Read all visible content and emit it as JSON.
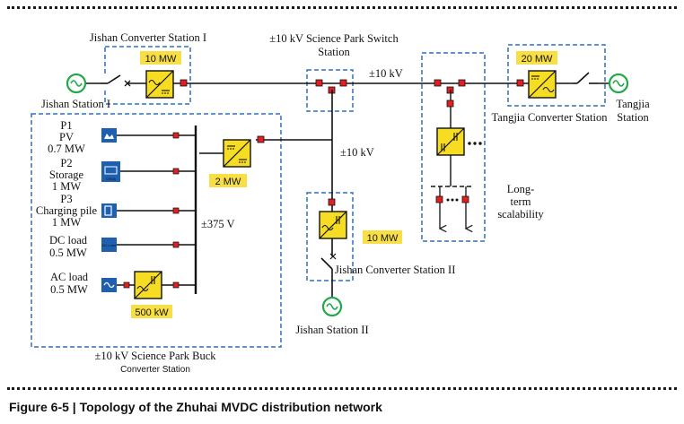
{
  "figure": {
    "caption": "Figure 6-5 | Topology of the Zhuhai MVDC distribution network"
  },
  "diagram": {
    "jishan_converter_1": {
      "title": "Jishan Converter Station I",
      "rating": "10 MW"
    },
    "jishan_station_1": "Jishan Station I",
    "switch_station": {
      "line1": "±10 kV Science Park Switch",
      "line2": "Station"
    },
    "bus_voltage_top": "±10 kV",
    "bus_voltage_mid": "±10 kV",
    "tangjia_converter": {
      "title": "Tangjia Converter Station",
      "rating": "20 MW"
    },
    "tangjia_station": {
      "line1": "Tangjia",
      "line2": "Station"
    },
    "long_term": {
      "line1": "Long-",
      "line2": "term",
      "line3": "scalability"
    },
    "jishan_converter_2": {
      "title": "Jishan Converter Station II",
      "rating": "10 MW"
    },
    "jishan_station_2": "Jishan Station II",
    "buck_station": {
      "line1": "±10 kV Science Park Buck",
      "line2": "Converter Station"
    },
    "buck_dcdc_rating": "2 MW",
    "lv_bus_voltage": "±375 V",
    "loads": [
      {
        "name1": "P1",
        "name2": "PV",
        "power": "0.7 MW",
        "icon": "pv-icon"
      },
      {
        "name1": "P2",
        "name2": "Storage",
        "power": "1 MW",
        "icon": "storage-icon"
      },
      {
        "name1": "P3",
        "name2": "Charging pile",
        "power": "1 MW",
        "icon": "charging-pile-icon"
      },
      {
        "name1": "DC load",
        "name2": "",
        "power": "0.5 MW",
        "icon": "dc-load-icon"
      },
      {
        "name1": "AC load",
        "name2": "",
        "power": "0.5 MW",
        "icon": "ac-load-icon"
      }
    ],
    "ac_load_inverter_rating": "500 kW",
    "icon_text": {
      "storage": "CHINA",
      "dc_load": "DC Load"
    },
    "colors": {
      "dashed_box": "#2f6fc4",
      "rating_fill": "#f8df46",
      "converter_fill": "#f6dc22",
      "breaker": "#e02020",
      "ac_source": "#22a84a",
      "icon_fill": "#1f5fb0"
    }
  }
}
